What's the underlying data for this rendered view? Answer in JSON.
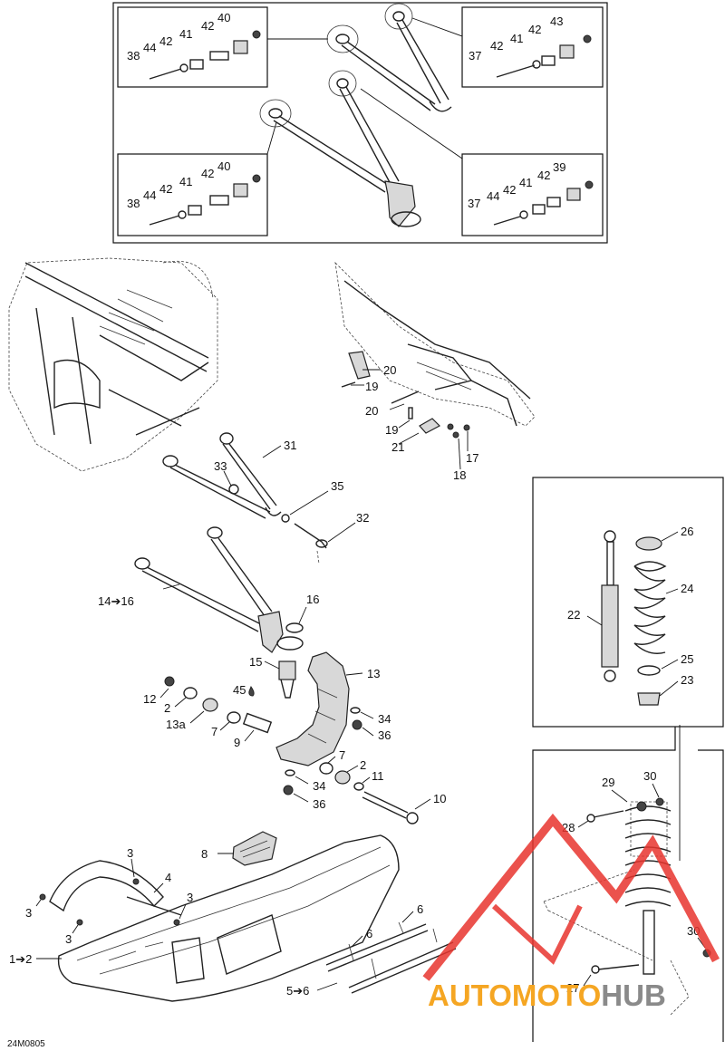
{
  "diagram_code": "24M0805",
  "watermark": {
    "part1": "AUTO",
    "part2": "MOTO",
    "part3": "HUB",
    "color_orange": "#f5a623",
    "color_gray": "#8a8a8a",
    "color_red": "#e8352e"
  },
  "callouts": {
    "c40a": "40",
    "c42a": "42",
    "c41a": "41",
    "c42b": "42",
    "c44a": "44",
    "c38a": "38",
    "c43": "43",
    "c42c": "42",
    "c41b": "41",
    "c42d": "42",
    "c37a": "37",
    "c40b": "40",
    "c42e": "42",
    "c41c": "41",
    "c42f": "42",
    "c44b": "44",
    "c38b": "38",
    "c39": "39",
    "c42g": "42",
    "c41d": "41",
    "c42h": "42",
    "c44c": "44",
    "c37b": "37",
    "c20a": "20",
    "c19a": "19",
    "c20b": "20",
    "c19b": "19",
    "c21": "21",
    "c17": "17",
    "c18": "18",
    "c31": "31",
    "c33": "33",
    "c35": "35",
    "c32": "32",
    "c14": "14➔16",
    "c16": "16",
    "c15": "15",
    "c13": "13",
    "c45": "45",
    "c12": "12",
    "c2a": "2",
    "c13a": "13a",
    "c7a": "7",
    "c9": "9",
    "c34a": "34",
    "c36a": "36",
    "c7b": "7",
    "c2b": "2",
    "c11": "11",
    "c34b": "34",
    "c36b": "36",
    "c10": "10",
    "c8": "8",
    "c3a": "3",
    "c4": "4",
    "c3b": "3",
    "c3c": "3",
    "c3d": "3",
    "c1": "1➔2",
    "c6a": "6",
    "c6b": "6",
    "c5": "5➔6",
    "c26": "26",
    "c24": "24",
    "c22": "22",
    "c25": "25",
    "c23": "23",
    "c29": "29",
    "c30a": "30",
    "c28": "28",
    "c30b": "30",
    "c27": "27"
  }
}
